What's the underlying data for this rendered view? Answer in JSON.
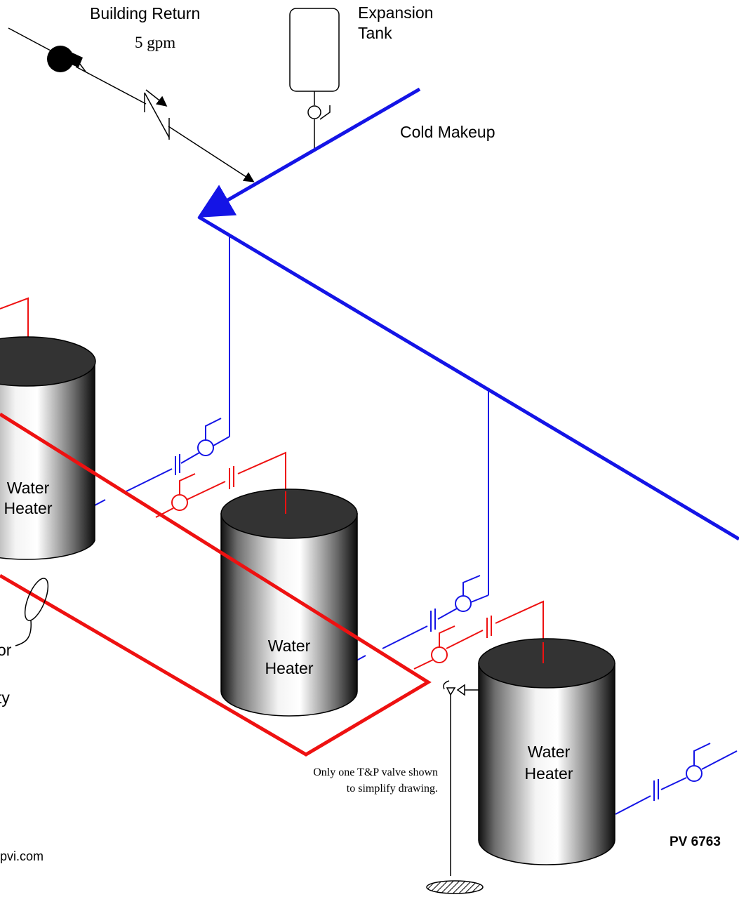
{
  "labels": {
    "building_return": "Building Return",
    "flow_rate": "5 gpm",
    "expansion_tank_line1": "Expansion",
    "expansion_tank_line2": "Tank",
    "cold_makeup": "Cold Makeup",
    "heater1_line1": "Water",
    "heater1_line2": "Heater",
    "heater2_line1": "Water",
    "heater2_line2": "Heater",
    "heater3_line1": "Water",
    "heater3_line2": "Heater",
    "tp_note_line1": "Only one T&P valve shown",
    "tp_note_line2": "to simplify drawing.",
    "drawing_id": "PV 6763",
    "url_fragment": "pvi.com",
    "cut_text_or": "or",
    "cut_text_ty": "ty"
  },
  "colors": {
    "cold_water": "#1414e6",
    "hot_water": "#ee1111",
    "return_line": "#000000",
    "heater_top": "#333333",
    "background": "#ffffff"
  },
  "icons": {
    "pump": "circulator-pump-icon",
    "check_valve": "check-valve-icon",
    "ball_valve": "ball-valve-icon",
    "union": "union-fitting-icon",
    "tp_valve": "tp-relief-valve-icon",
    "drain": "floor-drain-icon"
  }
}
